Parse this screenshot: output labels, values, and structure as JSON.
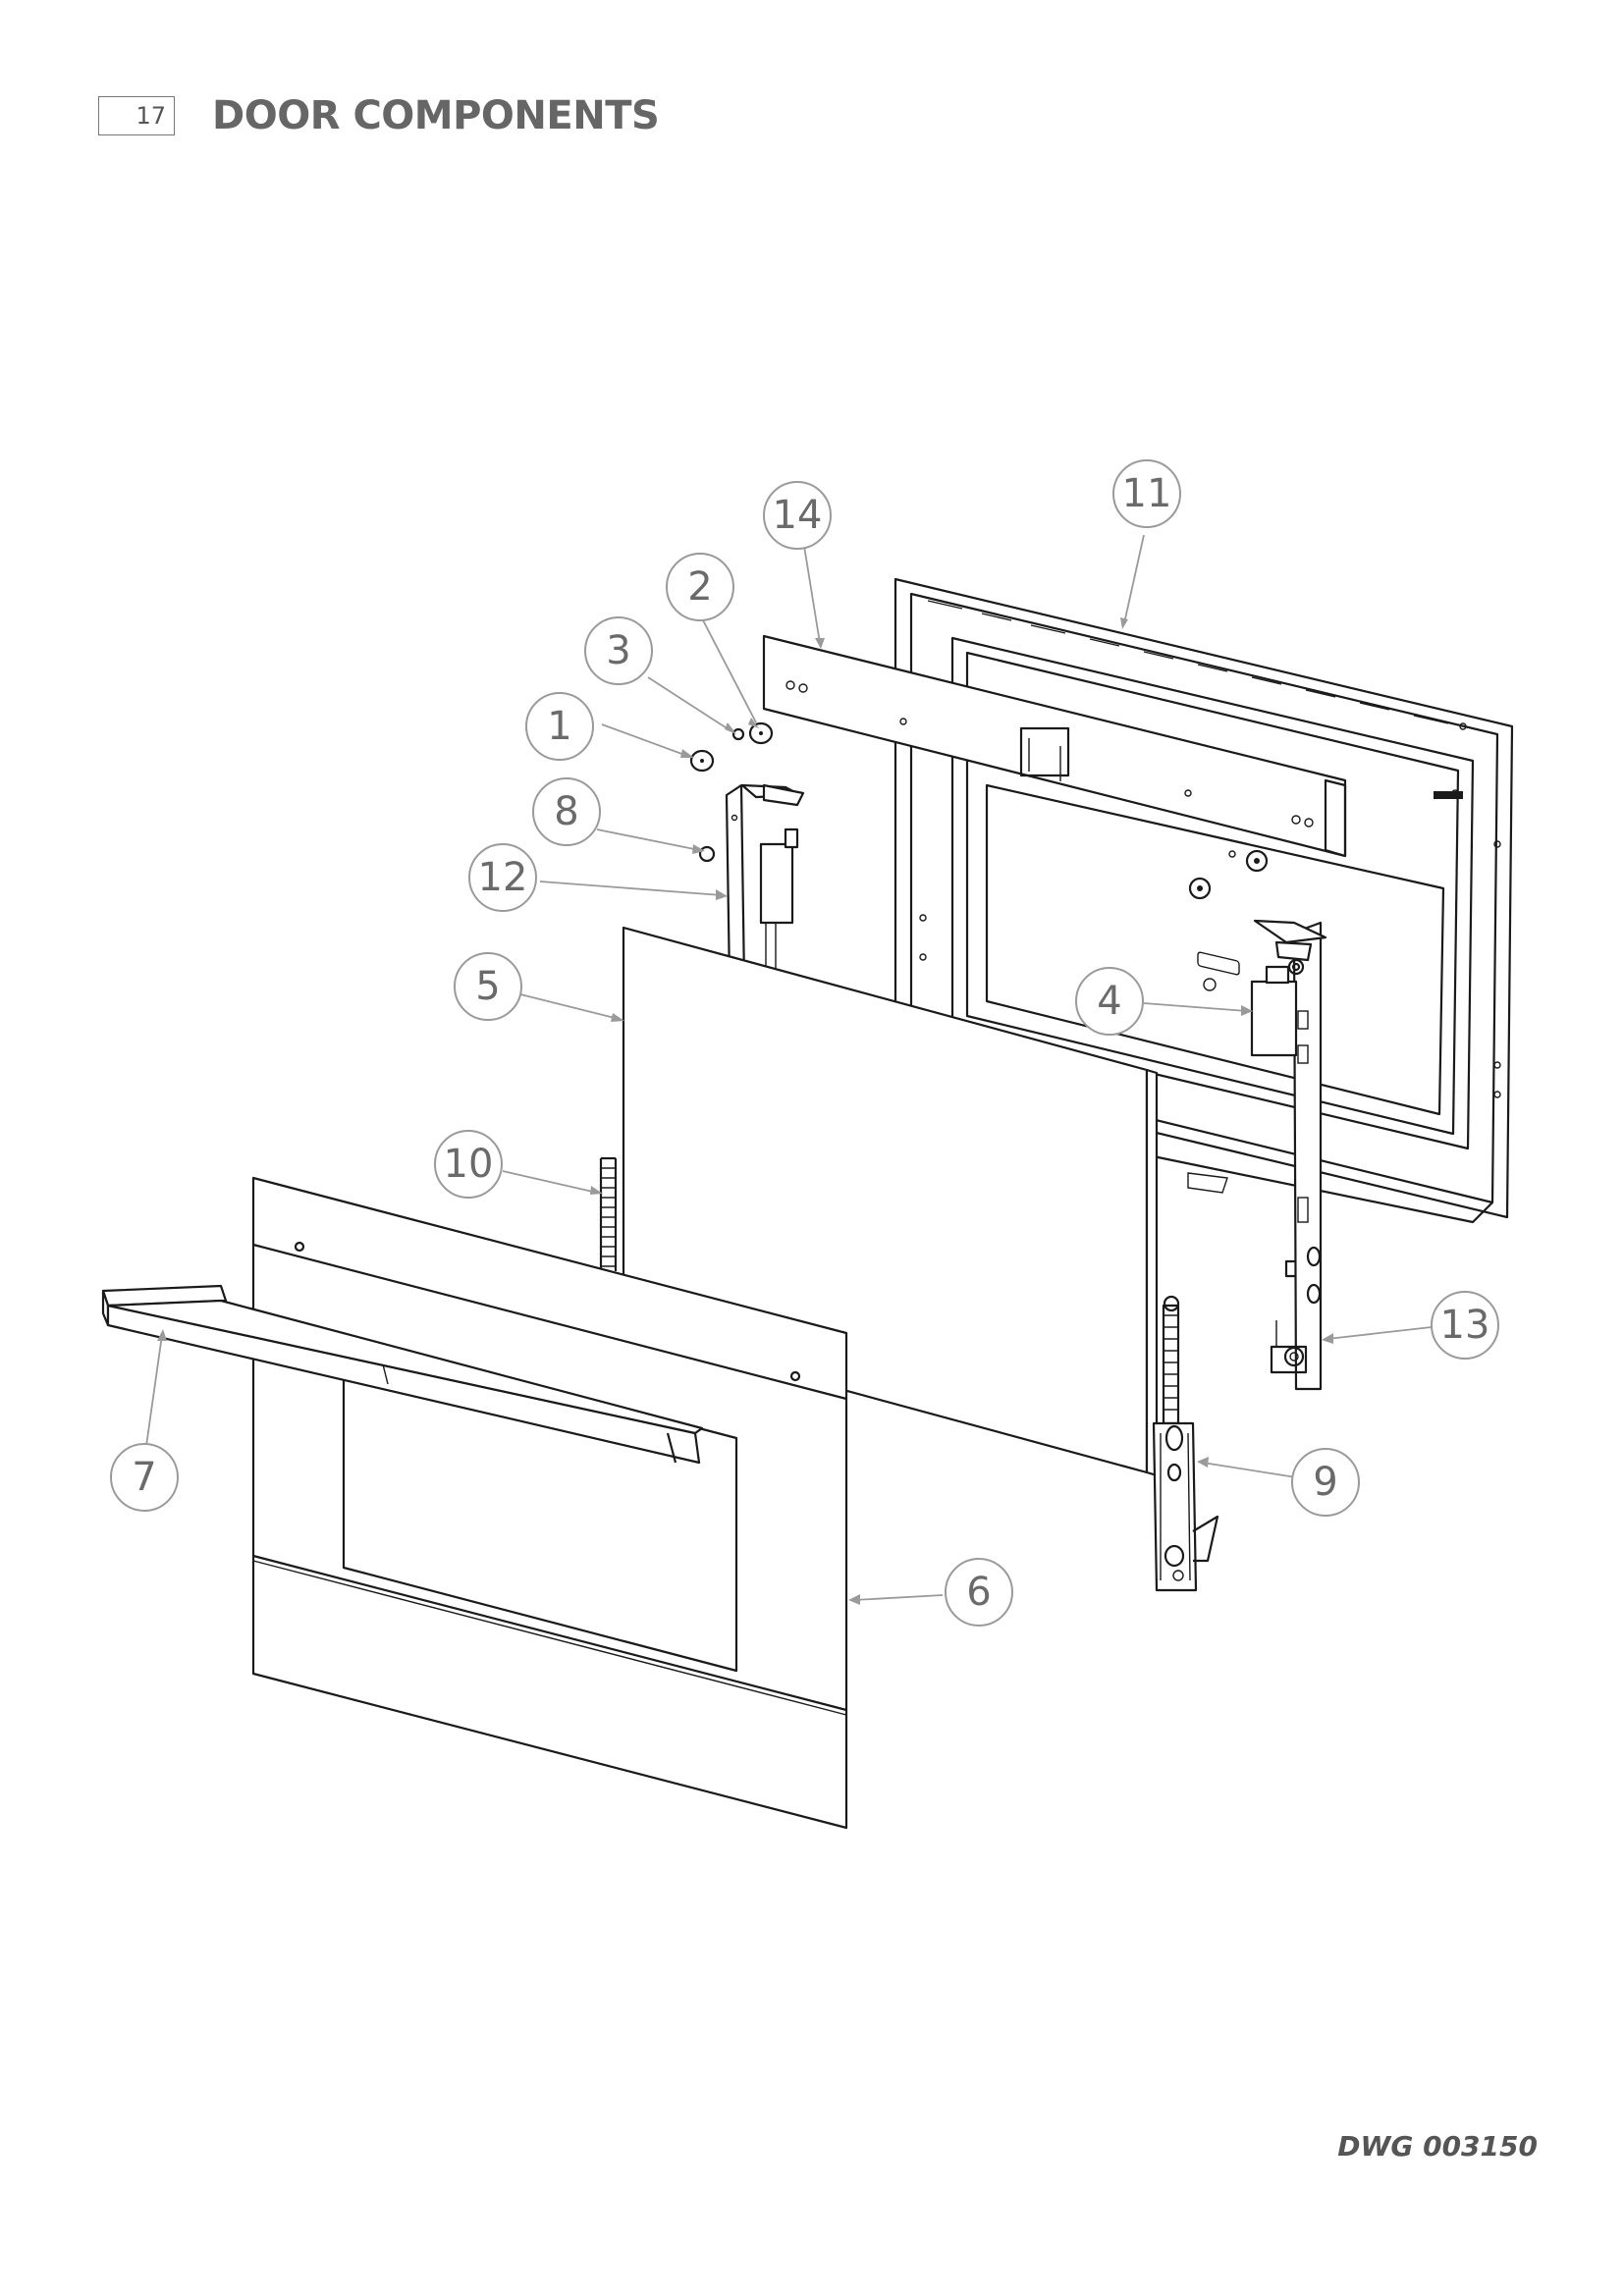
{
  "header": {
    "page_number": "17",
    "title": "DOOR COMPONENTS"
  },
  "footer": {
    "drawing_number": "DWG 003150"
  },
  "callouts": [
    {
      "id": "c1",
      "label": "1"
    },
    {
      "id": "c2",
      "label": "2"
    },
    {
      "id": "c3",
      "label": "3"
    },
    {
      "id": "c4",
      "label": "4"
    },
    {
      "id": "c5",
      "label": "5"
    },
    {
      "id": "c6",
      "label": "6"
    },
    {
      "id": "c7",
      "label": "7"
    },
    {
      "id": "c8",
      "label": "8"
    },
    {
      "id": "c9",
      "label": "9"
    },
    {
      "id": "c10",
      "label": "10"
    },
    {
      "id": "c11",
      "label": "11"
    },
    {
      "id": "c12",
      "label": "12"
    },
    {
      "id": "c13",
      "label": "13"
    },
    {
      "id": "c14",
      "label": "14"
    }
  ]
}
